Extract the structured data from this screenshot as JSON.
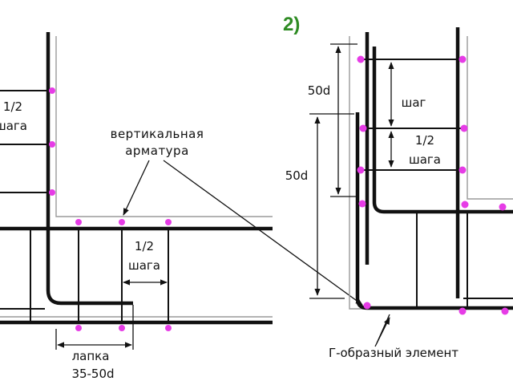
{
  "colors": {
    "rebar": "#111111",
    "dots": "#e63ce6",
    "figure_number": "#2e8b23",
    "concrete_edge": "#9a9a9a"
  },
  "left": {
    "half_step_top": [
      "1/2",
      "шага"
    ],
    "vertical_rebar_label": [
      "вертикальная",
      "арматура"
    ],
    "half_step_bottom": [
      "1/2",
      "шага"
    ],
    "lap_label": [
      "лапка",
      "35-50d"
    ]
  },
  "right": {
    "figure_number": "2)",
    "dim_50d_top": "50d",
    "dim_step": "шаг",
    "half_step": [
      "1/2",
      "шага"
    ],
    "dim_50d_mid": "50d",
    "l_element_label": "Г-образный элемент"
  }
}
